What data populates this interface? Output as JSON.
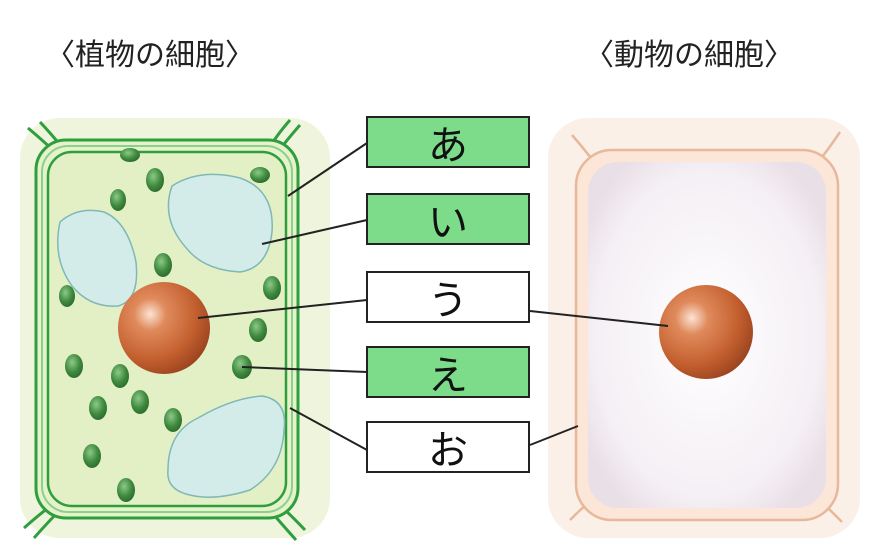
{
  "plant_cell": {
    "title": "〈植物の細胞〉"
  },
  "animal_cell": {
    "title": "〈動物の細胞〉"
  },
  "labels": [
    {
      "text": "あ",
      "fill": "#7ddc8a"
    },
    {
      "text": "い",
      "fill": "#7ddc8a"
    },
    {
      "text": "う",
      "fill": "#ffffff"
    },
    {
      "text": "え",
      "fill": "#7ddc8a"
    },
    {
      "text": "お",
      "fill": "#ffffff"
    }
  ],
  "colors": {
    "cell_wall_green": "#2f9e3e",
    "plant_cytoplasm": "#e6f2c9",
    "chloroplast": "#3f8a3e",
    "vacuole": "#d3ecea",
    "nucleus": "#c8643a",
    "animal_outer": "#fbe6d8",
    "animal_membrane": "#e7b89a",
    "animal_cytoplasm": "#f1eff3"
  }
}
